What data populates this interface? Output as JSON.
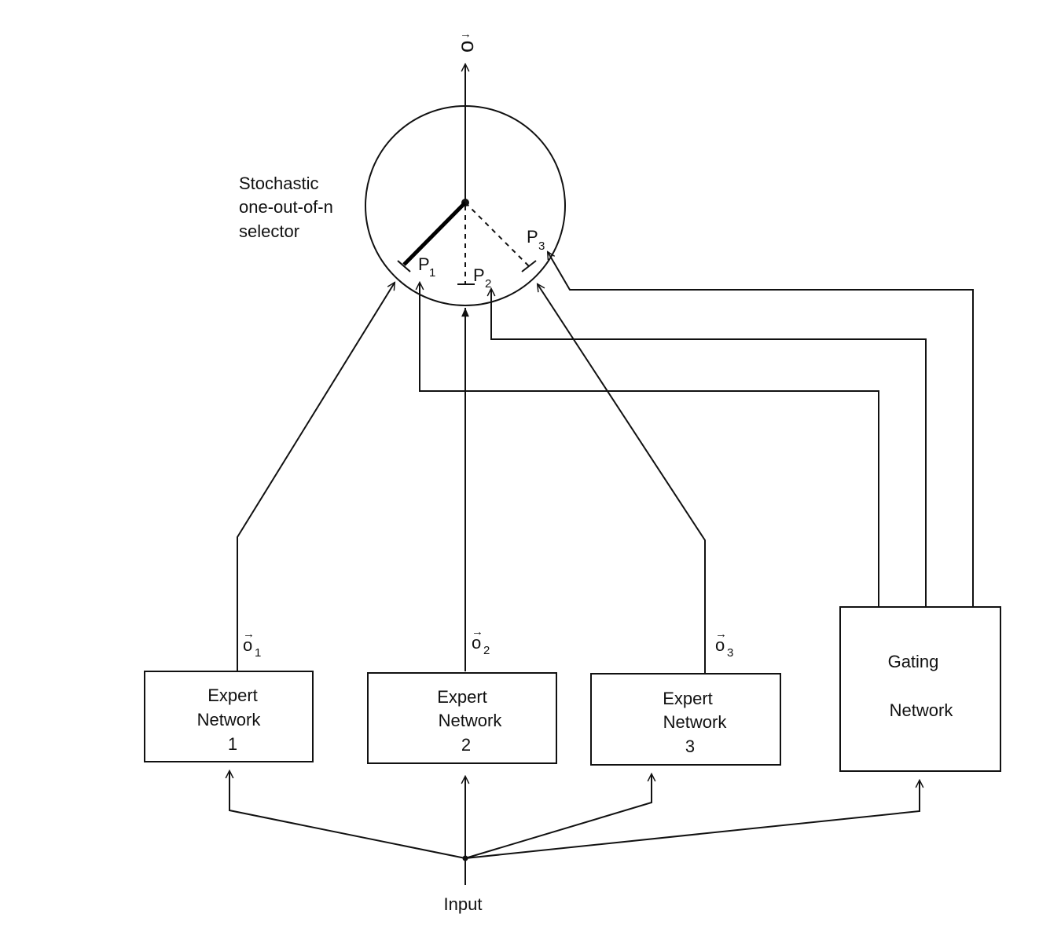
{
  "output_label": {
    "main": "o",
    "arrow": "→"
  },
  "selector_label": [
    "Stochastic",
    "one-out-of-n",
    "selector"
  ],
  "probabilities": [
    {
      "base": "P",
      "sub": "1"
    },
    {
      "base": "P",
      "sub": "2"
    },
    {
      "base": "P",
      "sub": "3"
    }
  ],
  "expert_outputs": [
    {
      "base": "o",
      "sub": "1",
      "arrow": "→"
    },
    {
      "base": "o",
      "sub": "2",
      "arrow": "→"
    },
    {
      "base": "o",
      "sub": "3",
      "arrow": "→"
    }
  ],
  "experts": [
    {
      "line1": "Expert",
      "line2": "Network",
      "line3": "1"
    },
    {
      "line1": "Expert",
      "line2": "Network",
      "line3": "2"
    },
    {
      "line1": "Expert",
      "line2": "Network",
      "line3": "3"
    }
  ],
  "gating": {
    "line1": "Gating",
    "line2": "Network"
  },
  "input_label": "Input"
}
